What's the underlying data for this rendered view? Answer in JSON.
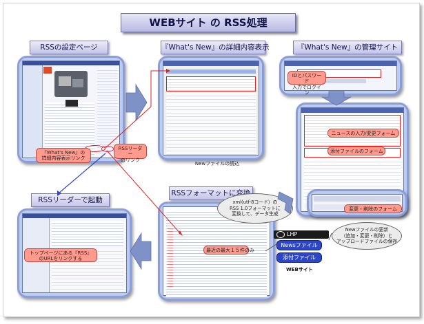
{
  "title": "WEBサイト の RSS処理",
  "sections": {
    "settings_page": "RSSの設定ページ",
    "whats_new_detail": "『What's New』の詳細内容表示",
    "admin_site": "『What's New』の管理サイト",
    "rss_reader": "RSSリーダーで起動",
    "rss_format": "RSSフォーマットに変換"
  },
  "callouts": {
    "detail_link": "『What's New』の\n詳細内容表示リンク",
    "rss_reader_link": "RSSリーダー\nのリンク",
    "login": "IDとパスワード\n入力でログイン",
    "news_form": "ニュースの入力/変更フォーム",
    "attach_form": "添付ファイルのフォーム",
    "edit_delete_form": "変更・削除のフォーム",
    "top_page_link": "トップページにある『RSS』\nのURLをリンクする",
    "latest_15": "最近の最大１５件のみ"
  },
  "notes": {
    "new_file_read": "Newファイルの読込",
    "convert_cloud": "xml(utf-8コード）の\nRSS 1.0フォーマットに\n変換して、データ生成",
    "update_cloud": "Newファイルの更新\n（追加・変更・削除）と\nアップロードファイルの保存"
  },
  "website": {
    "logo_text": "LHP",
    "news_file": "Newsファイル",
    "attach_file": "添付ファイル",
    "label": "WEBサイト"
  },
  "colors": {
    "frame": "#8c9ed8",
    "frame_fill": "#bccbf0",
    "callout": "#ff9a8e",
    "arrow_blue": "#7f92c8",
    "arrow_red": "#e02020",
    "db_blue": "#2c46c8"
  }
}
